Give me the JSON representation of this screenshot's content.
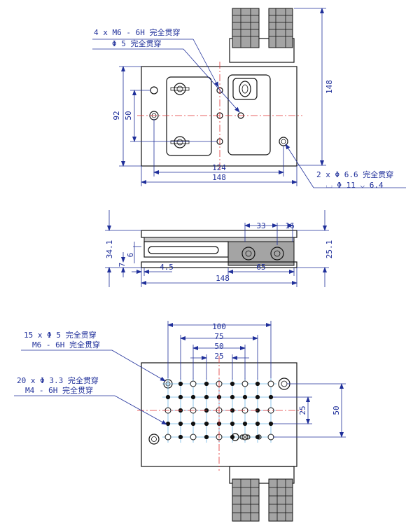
{
  "top_view": {
    "note_thread": "4 x  M6 - 6H 完全贯穿",
    "note_hole": "Φ 5 完全贯穿",
    "dim_148_h": "148",
    "dim_92": "92",
    "dim_50": "50",
    "dim_124": "124",
    "dim_148_w": "148",
    "note_cbore": "2 x Φ 6.6 完全贯穿",
    "note_cbore2": "⌴ Φ 11 ⌵ 6.4"
  },
  "side_view": {
    "dim_33": "33",
    "dim_16": "16",
    "dim_34_1": "34.1",
    "dim_7": "7",
    "dim_6": "6",
    "dim_25_1": "25.1",
    "dim_4_5": "4.5",
    "dim_65": "65",
    "dim_148": "148"
  },
  "bottom_view": {
    "dim_100": "100",
    "dim_75": "75",
    "dim_50": "50",
    "dim_25": "25",
    "note_15_line1": "15 x Φ 5 完全贯穿",
    "note_15_line2": "M6 - 6H 完全贯穿",
    "note_20_line1": "20 x Φ 3.3 完全贯穿",
    "note_20_line2": "M4 - 6H 完全贯穿",
    "dim_25_v": "25",
    "dim_50_v": "50"
  },
  "colors": {
    "outline": "#111111",
    "dimension": "#1f2f9a",
    "centerline": "#e23030",
    "grid": "#6fb7e6",
    "body_fill": "#a4a4a4"
  }
}
